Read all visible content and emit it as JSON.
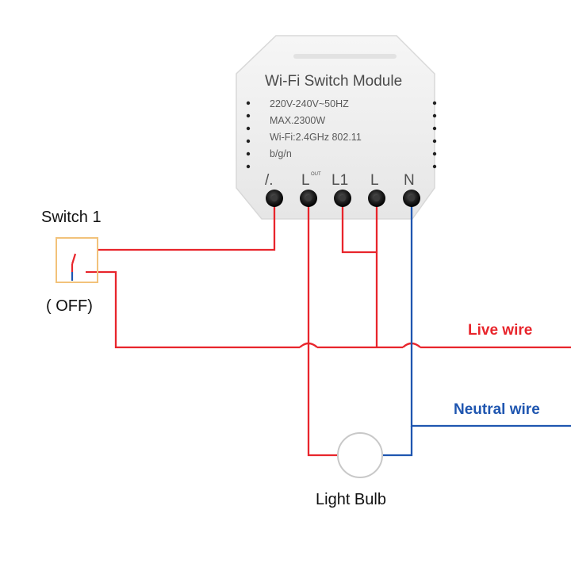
{
  "module": {
    "title": "Wi-Fi  Switch  Module",
    "specs": [
      "220V-240V~50HZ",
      "MAX.2300W",
      "Wi-Fi:2.4GHz 802.11",
      "b/g/n"
    ],
    "terminals": [
      {
        "label": "/."
      },
      {
        "label": "L",
        "sup": "OUT"
      },
      {
        "label": "L1"
      },
      {
        "label": "L"
      },
      {
        "label": "N"
      }
    ]
  },
  "switch": {
    "label": "Switch 1",
    "state": "( OFF)"
  },
  "bulb": {
    "label": "Light Bulb"
  },
  "wires": {
    "live_label": "Live wire",
    "neutral_label": "Neutral wire"
  },
  "colors": {
    "live": "#e8252c",
    "neutral": "#1f56b0",
    "switch_box": "#f2c27a",
    "module_body": "#efefef",
    "terminal": "#1e1e1e"
  }
}
